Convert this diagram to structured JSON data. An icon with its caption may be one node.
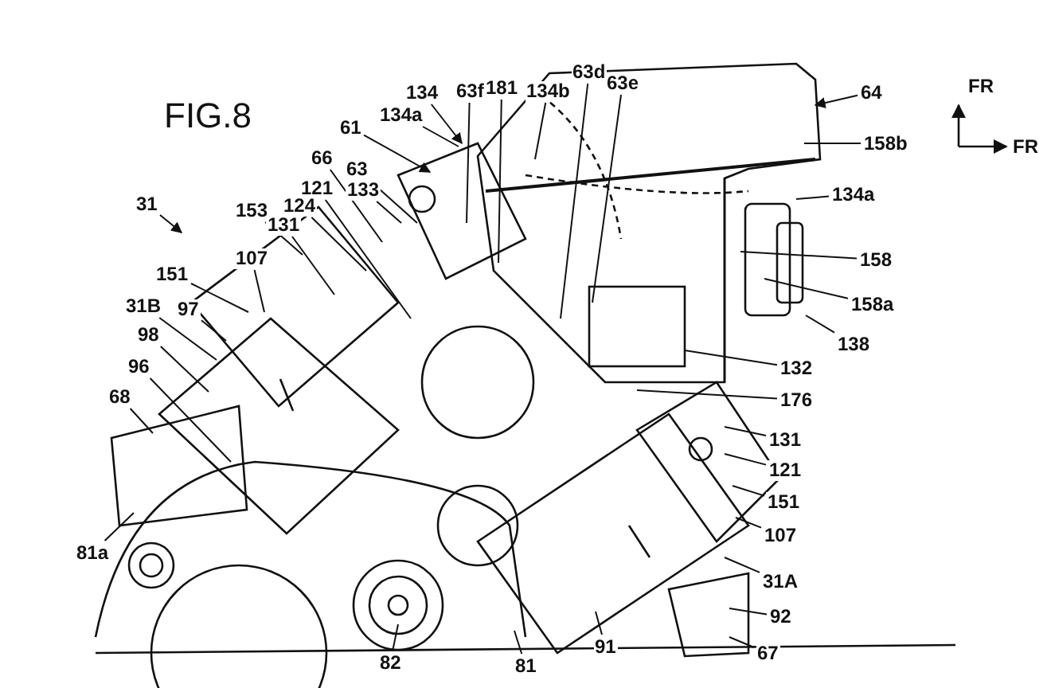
{
  "diagram": {
    "title": "FIG.8",
    "nodes": [
      {
        "text": [
          "134"
        ]
      },
      {
        "text": [
          "63f"
        ]
      },
      {
        "text": [
          "181"
        ]
      },
      {
        "text": [
          "134b"
        ]
      },
      {
        "text": [
          "63d"
        ]
      },
      {
        "text": [
          "63e"
        ]
      },
      {
        "text": [
          "64"
        ]
      },
      {
        "text": [
          "158b"
        ]
      },
      {
        "text": [
          "61"
        ]
      },
      {
        "text": [
          "134a"
        ]
      },
      {
        "text": [
          "66"
        ]
      },
      {
        "text": [
          "63"
        ]
      },
      {
        "text": [
          "121"
        ]
      },
      {
        "text": [
          "133"
        ]
      },
      {
        "text": [
          "124"
        ]
      },
      {
        "text": [
          "131"
        ]
      },
      {
        "text": [
          "153"
        ]
      },
      {
        "text": [
          "107"
        ]
      },
      {
        "text": [
          "31"
        ]
      },
      {
        "text": [
          "151"
        ]
      },
      {
        "text": [
          "31B"
        ]
      },
      {
        "text": [
          "97"
        ]
      },
      {
        "text": [
          "98"
        ]
      },
      {
        "text": [
          "96"
        ]
      },
      {
        "text": [
          "68"
        ]
      },
      {
        "text": [
          "81a"
        ]
      },
      {
        "text": [
          "82"
        ]
      },
      {
        "text": [
          "81"
        ]
      },
      {
        "text": [
          "91"
        ]
      },
      {
        "text": [
          "67"
        ]
      },
      {
        "text": [
          "92"
        ]
      },
      {
        "text": [
          "31A"
        ]
      },
      {
        "text": [
          "107"
        ]
      },
      {
        "text": [
          "151"
        ]
      },
      {
        "text": [
          "121"
        ]
      },
      {
        "text": [
          "131"
        ]
      },
      {
        "text": [
          "176"
        ]
      },
      {
        "text": [
          "132"
        ]
      },
      {
        "text": [
          "138"
        ]
      },
      {
        "text": [
          "158a"
        ]
      },
      {
        "text": [
          "158"
        ]
      },
      {
        "text": [
          "134a"
        ]
      }
    ],
    "edges": [
      {
        "from": 0,
        "to": null,
        "arrow": "to"
      },
      {
        "from": 1,
        "to": null,
        "arrow": "none"
      },
      {
        "from": 2,
        "to": null,
        "arrow": "none"
      },
      {
        "from": 3,
        "to": null,
        "arrow": "none"
      },
      {
        "from": 4,
        "to": null,
        "arrow": "none"
      },
      {
        "from": 5,
        "to": null,
        "arrow": "none"
      },
      {
        "from": 6,
        "to": null,
        "arrow": "to"
      },
      {
        "from": 7,
        "to": null,
        "arrow": "none"
      },
      {
        "from": 8,
        "to": null,
        "arrow": "to"
      },
      {
        "from": 9,
        "to": null,
        "arrow": "none"
      },
      {
        "from": 10,
        "to": null,
        "arrow": "none"
      },
      {
        "from": 11,
        "to": null,
        "arrow": "none"
      },
      {
        "from": 12,
        "to": null,
        "arrow": "none"
      },
      {
        "from": 13,
        "to": null,
        "arrow": "none"
      },
      {
        "from": 14,
        "to": null,
        "arrow": "none"
      },
      {
        "from": 15,
        "to": null,
        "arrow": "none"
      },
      {
        "from": 16,
        "to": null,
        "arrow": "none"
      },
      {
        "from": 17,
        "to": null,
        "arrow": "none"
      },
      {
        "from": 18,
        "to": null,
        "arrow": "to"
      },
      {
        "from": 19,
        "to": null,
        "arrow": "none"
      },
      {
        "from": 20,
        "to": null,
        "arrow": "none"
      },
      {
        "from": 21,
        "to": null,
        "arrow": "none"
      },
      {
        "from": 22,
        "to": null,
        "arrow": "none"
      },
      {
        "from": 23,
        "to": null,
        "arrow": "none"
      },
      {
        "from": 24,
        "to": null,
        "arrow": "none"
      },
      {
        "from": 25,
        "to": null,
        "arrow": "none"
      },
      {
        "from": 26,
        "to": null,
        "arrow": "none"
      },
      {
        "from": 27,
        "to": null,
        "arrow": "none"
      },
      {
        "from": 28,
        "to": null,
        "arrow": "none"
      },
      {
        "from": 29,
        "to": null,
        "arrow": "none"
      },
      {
        "from": 30,
        "to": null,
        "arrow": "none"
      },
      {
        "from": 31,
        "to": null,
        "arrow": "none"
      },
      {
        "from": 32,
        "to": null,
        "arrow": "none"
      },
      {
        "from": 33,
        "to": null,
        "arrow": "none"
      },
      {
        "from": 34,
        "to": null,
        "arrow": "none"
      },
      {
        "from": 35,
        "to": null,
        "arrow": "none"
      },
      {
        "from": 36,
        "to": null,
        "arrow": "none"
      },
      {
        "from": 37,
        "to": null,
        "arrow": "none"
      },
      {
        "from": 38,
        "to": null,
        "arrow": "none"
      },
      {
        "from": 39,
        "to": null,
        "arrow": "none"
      },
      {
        "from": 40,
        "to": null,
        "arrow": "none"
      },
      {
        "from": 41,
        "to": null,
        "arrow": "none"
      }
    ],
    "labels": [
      "FR",
      "FR"
    ]
  }
}
